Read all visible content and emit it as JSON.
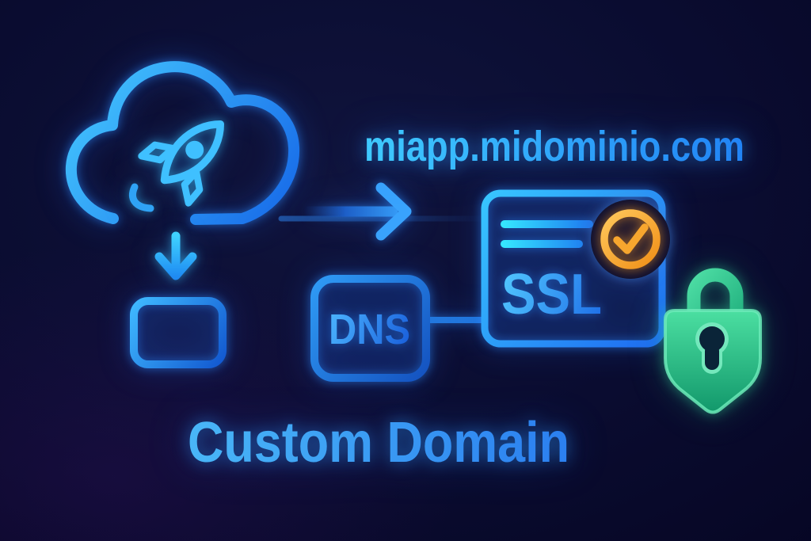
{
  "scene": {
    "title": "Custom Domain",
    "domain": "miapp.midominio.com",
    "ssl": "SSL",
    "dns": "DNS"
  },
  "colors": {
    "background": "#0a0c30",
    "neon_blue": "#2e9bff",
    "neon_cyan": "#3fd0ff",
    "deep_blue": "#1565d8",
    "check_orange": "#f59b2a",
    "lock_green": "#2ecf96"
  },
  "icons": {
    "cloud": "cloud-icon",
    "rocket": "rocket-icon",
    "arrow_down": "arrow-down-icon",
    "arrow_right": "arrow-right-icon",
    "deploy_box": "box-icon",
    "certificate": "ssl-certificate-icon",
    "check": "check-circle-icon",
    "lock": "padlock-icon"
  }
}
